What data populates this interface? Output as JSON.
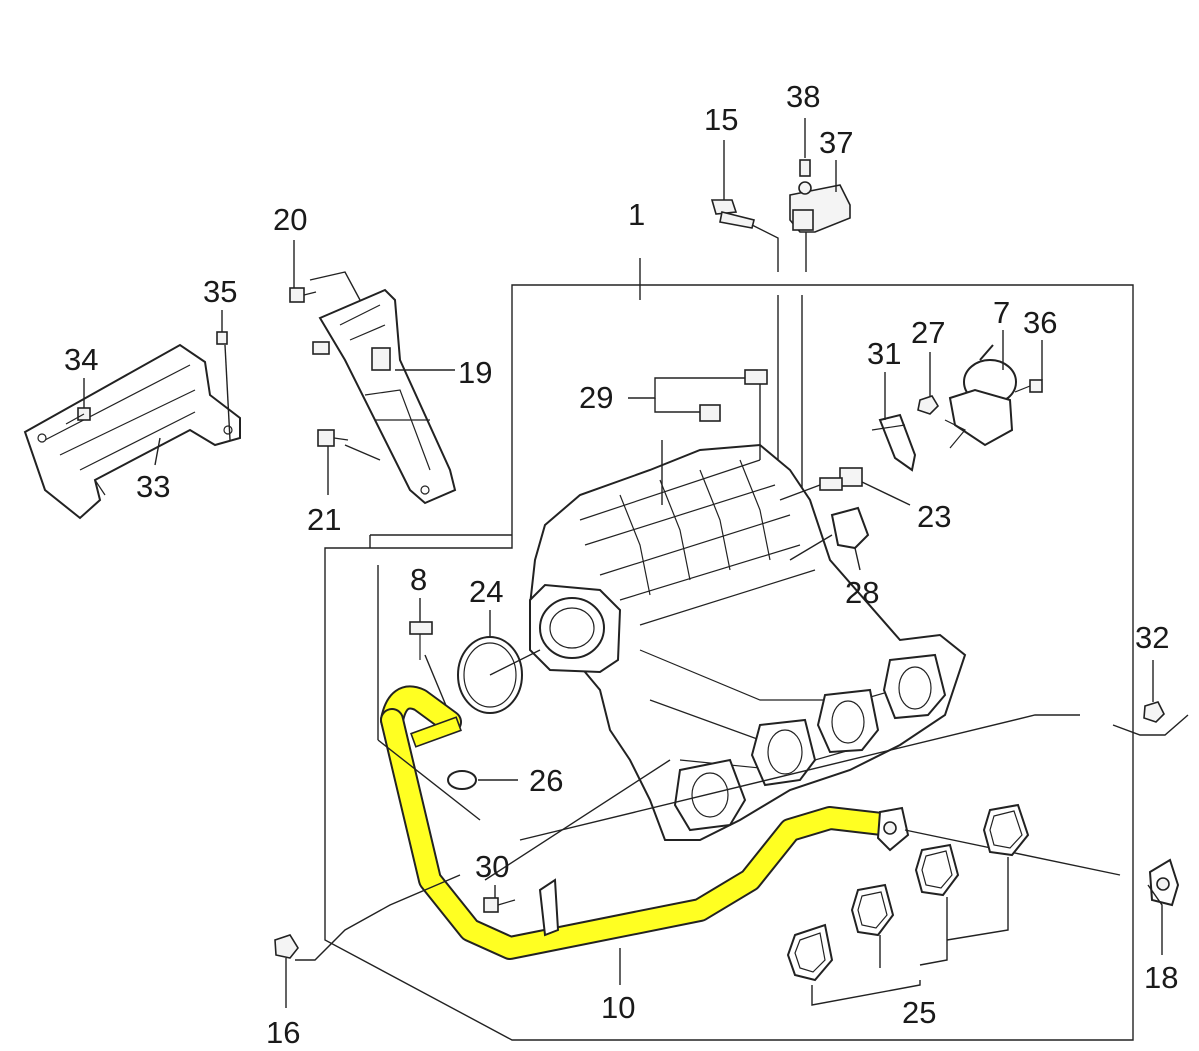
{
  "callouts": {
    "c1": "1",
    "c7": "7",
    "c8": "8",
    "c10": "10",
    "c15": "15",
    "c16": "16",
    "c18": "18",
    "c19": "19",
    "c20": "20",
    "c21": "21",
    "c23": "23",
    "c24": "24",
    "c25": "25",
    "c26": "26",
    "c27": "27",
    "c28": "28",
    "c29": "29",
    "c30": "30",
    "c31": "31",
    "c32": "32",
    "c33": "33",
    "c34": "34",
    "c35": "35",
    "c36": "36",
    "c37": "37",
    "c38": "38"
  },
  "colors": {
    "pipe": "#ffff22",
    "line": "#222222",
    "background": "#ffffff"
  }
}
